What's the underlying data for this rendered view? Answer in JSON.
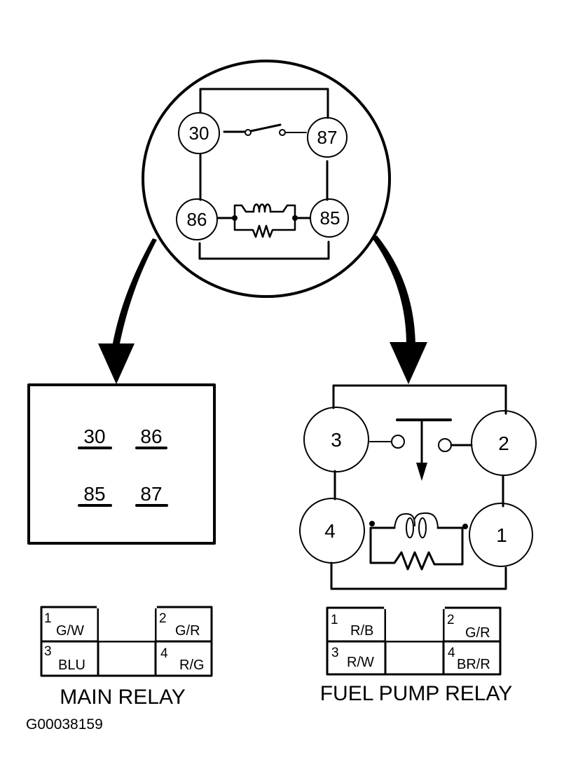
{
  "colors": {
    "ink": "#000000",
    "background": "#ffffff"
  },
  "generic_relay": {
    "terminals": {
      "top_left": "30",
      "top_right": "87",
      "bottom_left": "86",
      "bottom_right": "85"
    }
  },
  "main_relay": {
    "title": "MAIN RELAY",
    "face_terminals": [
      "30",
      "86",
      "85",
      "87"
    ],
    "connector": [
      {
        "pin": "1",
        "wire": "G/W"
      },
      {
        "pin": "2",
        "wire": "G/R"
      },
      {
        "pin": "3",
        "wire": "BLU"
      },
      {
        "pin": "4",
        "wire": "R/G"
      }
    ]
  },
  "fuel_pump_relay": {
    "title": "FUEL PUMP RELAY",
    "terminals": {
      "top_left": "3",
      "top_right": "2",
      "bottom_left": "4",
      "bottom_right": "1"
    },
    "connector": [
      {
        "pin": "1",
        "wire": "R/B"
      },
      {
        "pin": "2",
        "wire": "G/R"
      },
      {
        "pin": "3",
        "wire": "R/W"
      },
      {
        "pin": "4",
        "wire": "BR/R"
      }
    ]
  },
  "figure_code": "G00038159"
}
